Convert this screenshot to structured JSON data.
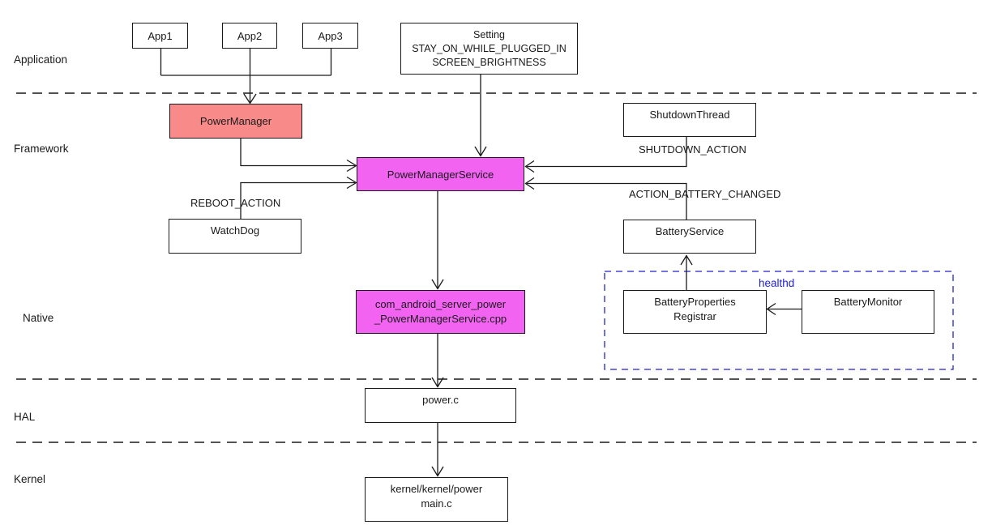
{
  "colors": {
    "salmon": "#f98a8a",
    "magenta": "#f263f2",
    "healthd_blue": "#2222cc"
  },
  "layers": [
    {
      "label": "Application"
    },
    {
      "label": "Framework"
    },
    {
      "label": "Native"
    },
    {
      "label": "HAL"
    },
    {
      "label": "Kernel"
    }
  ],
  "nodes": {
    "app1": {
      "label": "App1"
    },
    "app2": {
      "label": "App2"
    },
    "app3": {
      "label": "App3"
    },
    "setting": {
      "line1": "Setting",
      "line2": "STAY_ON_WHILE_PLUGGED_IN",
      "line3": "SCREEN_BRIGHTNESS"
    },
    "power_manager": {
      "label": "PowerManager"
    },
    "power_manager_service": {
      "label": "PowerManagerService"
    },
    "watchdog": {
      "label": "WatchDog"
    },
    "shutdown_thread": {
      "label": "ShutdownThread"
    },
    "battery_service": {
      "label": "BatteryService"
    },
    "battery_properties_registrar": {
      "line1": "BatteryProperties",
      "line2": "Registrar"
    },
    "battery_monitor": {
      "label": "BatteryMonitor"
    },
    "pms_cpp": {
      "line1": "com_android_server_power",
      "line2": "_PowerManagerService.cpp"
    },
    "power_c": {
      "label": "power.c"
    },
    "kernel_main": {
      "line1": "kernel/kernel/power",
      "line2": "main.c"
    }
  },
  "edge_labels": {
    "reboot_action": "REBOOT_ACTION",
    "shutdown_action": "SHUTDOWN_ACTION",
    "action_battery_changed": "ACTION_BATTERY_CHANGED",
    "healthd": "healthd"
  }
}
